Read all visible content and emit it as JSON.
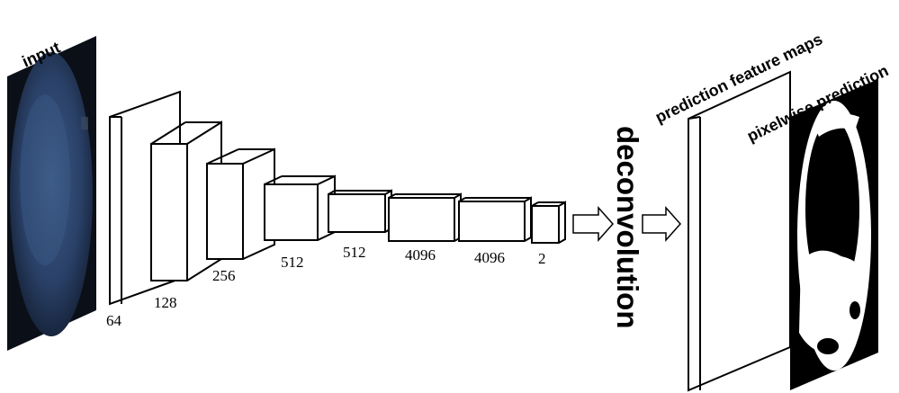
{
  "labels": {
    "input": "input",
    "prediction_feature_maps": "prediction feature maps",
    "pixelwise_prediction": "pixelwise prediction",
    "deconvolution": "deconvolution"
  },
  "layers": [
    {
      "channels": "64"
    },
    {
      "channels": "128"
    },
    {
      "channels": "256"
    },
    {
      "channels": "512"
    },
    {
      "channels": "512"
    },
    {
      "channels": "4096"
    },
    {
      "channels": "4096"
    },
    {
      "channels": "2"
    }
  ],
  "colors": {
    "sky_image": "#1c2a44",
    "mask_background": "#000000",
    "mask_foreground": "#ffffff",
    "block_fill": "#ffffff",
    "stroke": "#000000"
  }
}
